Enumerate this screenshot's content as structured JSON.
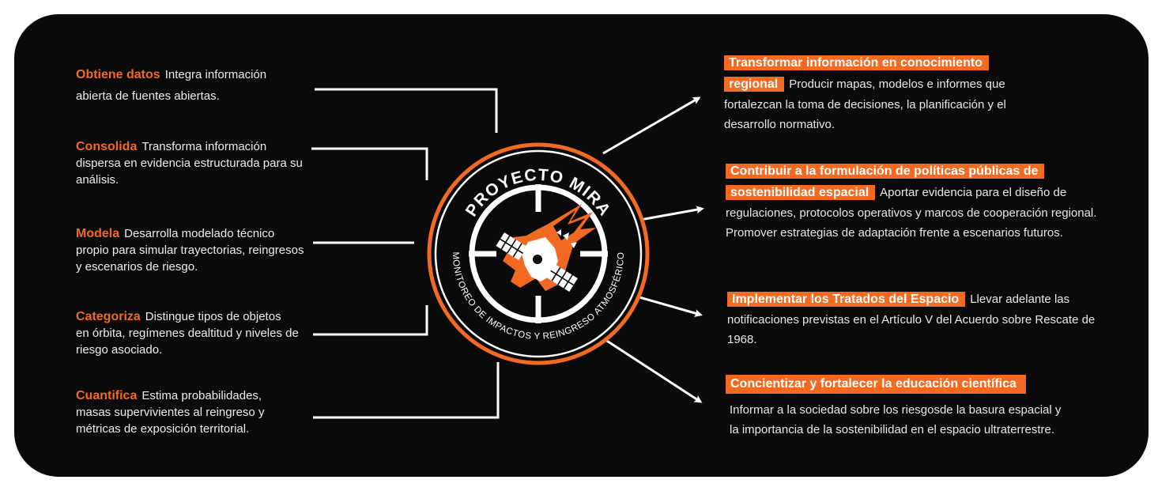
{
  "badge": {
    "title": "PROYECTO MIRA",
    "subtitle": "MONITOREO DE IMPACTOS Y REINGRESO ATMOSFÉRICO",
    "emblem_icon": "satellite-reentry-icon"
  },
  "left_items": [
    {
      "keyword": "Obtiene datos",
      "line1": "Integra información",
      "rest": "abierta de fuentes abiertas."
    },
    {
      "keyword": "Consolida",
      "line1": "Transforma información",
      "rest": "dispersa en evidencia estructurada para su análisis."
    },
    {
      "keyword": "Modela",
      "line1": "Desarrolla modelado técnico",
      "rest": "propio para simular trayectorias, reingresos y escenarios de riesgo."
    },
    {
      "keyword": "Categoriza",
      "line1": "Distingue tipos de objetos",
      "rest": "en órbita, regímenes dealtitud y niveles de riesgo asociado."
    },
    {
      "keyword": "Cuantifica",
      "line1": "Estima probabilidades,",
      "rest": "masas supervivientes al reingreso y métricas de exposición territorial."
    }
  ],
  "right_items": [
    {
      "title": "Transformar información en conocimiento regional",
      "text": "Producir mapas, modelos e informes que fortalezcan la toma de decisiones, la planificación y el desarrollo normativo."
    },
    {
      "title": "Contribuir a la formulación de políticas públicas de sostenibilidad espacial",
      "text": "Aportar evidencia para el diseño de regulaciones, protocolos operativos y marcos de cooperación regional. Promover estrategias de adaptación frente a escenarios futuros."
    },
    {
      "title": "Implementar los Tratados del Espacio",
      "text": "Llevar adelante las notificaciones previstas en el Artículo V del Acuerdo sobre Rescate de 1968."
    },
    {
      "title": "Concientizar y fortalecer la educación científica",
      "text": "Informar a la sociedad sobre los riesgosde la basura espacial y la importancia de la sostenibilidad en el espacio ultraterrestre."
    }
  ],
  "colors": {
    "accent": "#f26a21",
    "background": "#0a0a0a",
    "text": "#ececec"
  }
}
